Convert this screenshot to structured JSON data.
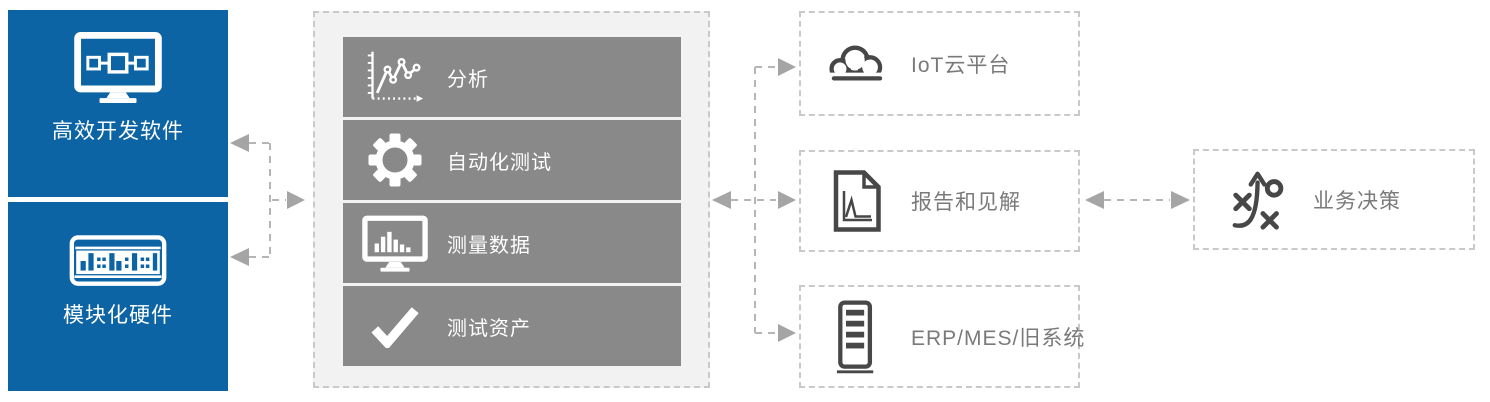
{
  "palette": {
    "blue": "#0d64a4",
    "gray_box": "#898989",
    "container_bg": "#f2f2f2",
    "dash_border": "#c9c9c9",
    "connector_line": "#b5b5b5",
    "arrow_fill": "#a5a5a5",
    "label_gray": "#7a7a7a",
    "icon_dark": "#474747",
    "white": "#ffffff"
  },
  "left_column": {
    "items": [
      {
        "label": "高效开发软件",
        "icon": "software-monitor-icon"
      },
      {
        "label": "模块化硬件",
        "icon": "modular-hardware-icon"
      }
    ]
  },
  "center_panel": {
    "items": [
      {
        "label": "分析",
        "icon": "analysis-chart-icon"
      },
      {
        "label": "自动化测试",
        "icon": "gear-icon"
      },
      {
        "label": "测量数据",
        "icon": "measurement-data-icon"
      },
      {
        "label": "测试资产",
        "icon": "checkmark-icon"
      }
    ]
  },
  "right_column": {
    "items": [
      {
        "label": "IoT云平台",
        "icon": "cloud-icon"
      },
      {
        "label": "报告和见解",
        "icon": "report-document-icon"
      },
      {
        "label": "ERP/MES/旧系统",
        "icon": "server-rack-icon"
      }
    ]
  },
  "far_right_column": {
    "items": [
      {
        "label": "业务决策",
        "icon": "strategy-icon"
      }
    ]
  }
}
